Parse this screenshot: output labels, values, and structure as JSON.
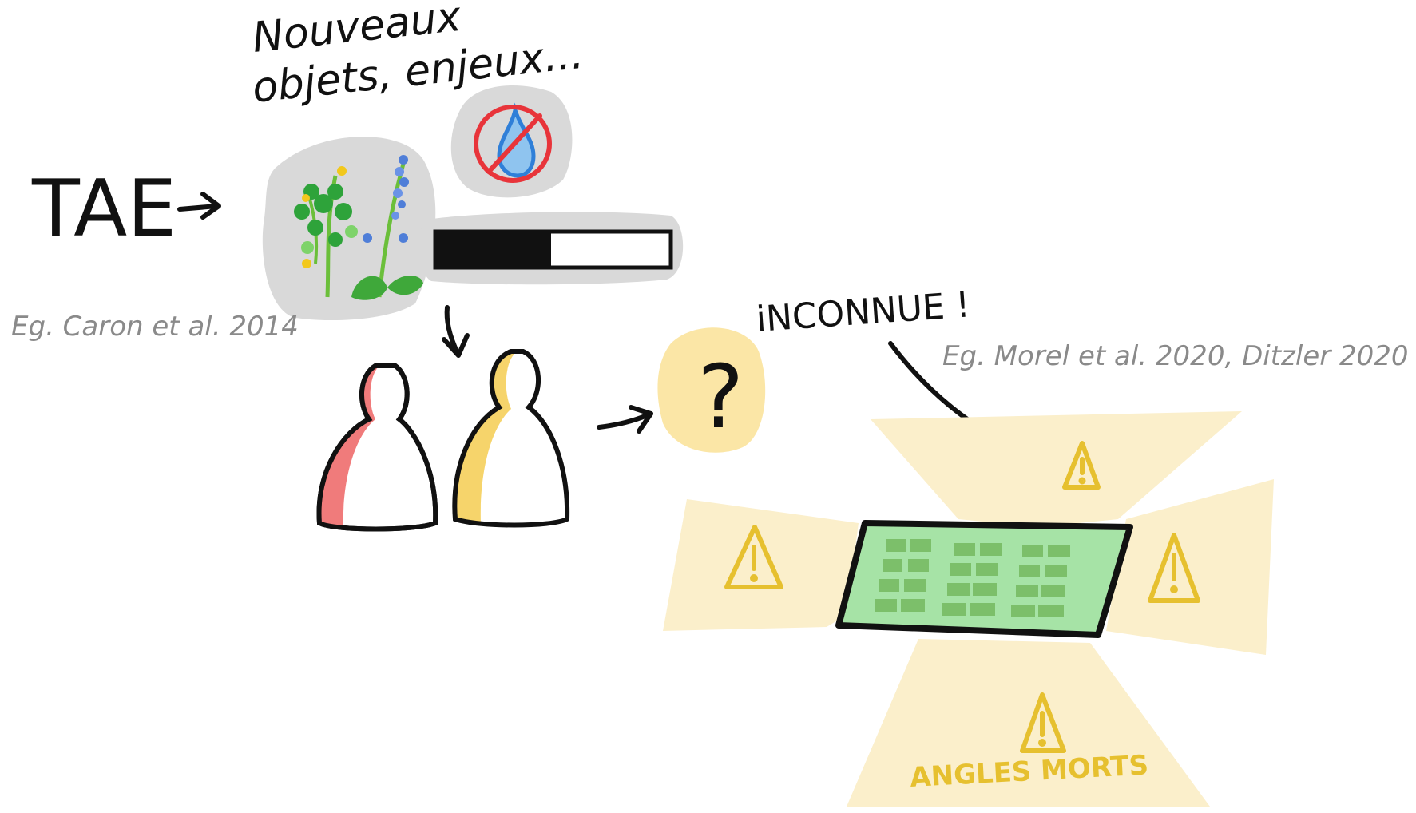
{
  "labels": {
    "tae": "TAE",
    "nouveaux_line1": "Nouveaux",
    "nouveaux_line2": "objets, enjeux...",
    "inconnue": "iNCONNUE !",
    "angles_morts": "ANGLES MORTS",
    "question_mark": "?"
  },
  "references": {
    "caron": "Eg. Caron et al. 2014",
    "morel": "Eg. Morel et al. 2020, Ditzler 2020"
  },
  "colors": {
    "grey_blob": "#d9d9d9",
    "person_red": "#f07b7b",
    "person_yellow": "#f6d46b",
    "pale_yellow": "#fbefcb",
    "warning_yellow": "#e6c02f",
    "tablet_green": "#a6e3a6",
    "tile_green": "#7cbf6a",
    "water_blue": "#3b8be6",
    "no_red": "#e8343a",
    "ink": "#111111"
  },
  "icons": [
    "arrow-right-icon",
    "plant-icon",
    "no-water-icon",
    "progress-bar-icon",
    "people-icon",
    "question-icon",
    "warning-icon",
    "screen-icon"
  ]
}
